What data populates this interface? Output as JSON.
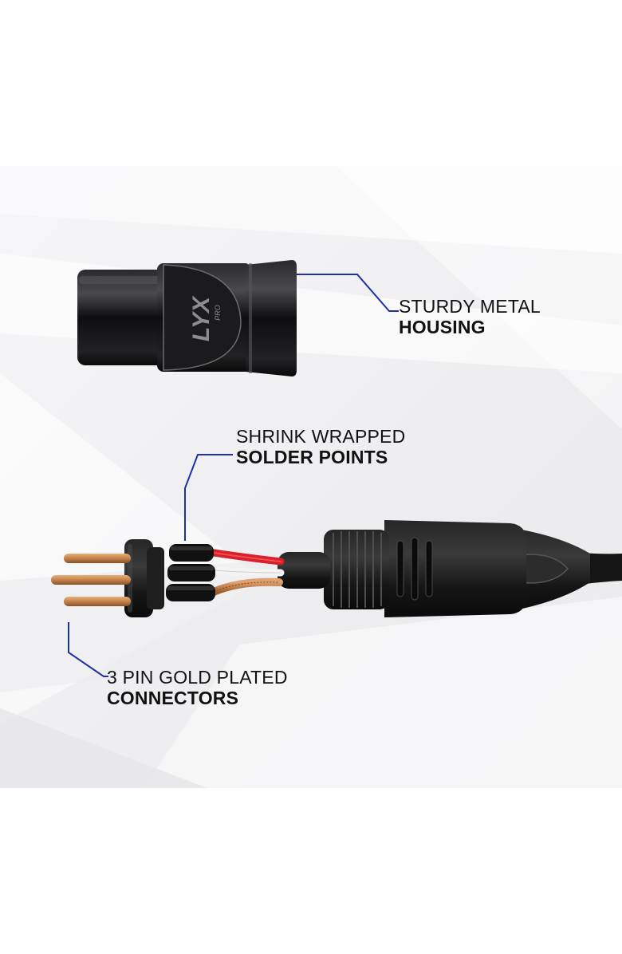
{
  "brand": {
    "logo_text": "LYX",
    "logo_sub": "PRO"
  },
  "callouts": {
    "housing": {
      "line1": "STURDY METAL",
      "line2": "HOUSING"
    },
    "solder": {
      "line1": "SHRINK WRAPPED",
      "line2": "SOLDER POINTS"
    },
    "pins": {
      "line1": "3 PIN GOLD PLATED",
      "line2": "CONNECTORS"
    }
  },
  "colors": {
    "callout_line": "#1f2fa8",
    "background": "#f1f1f3",
    "pin_gold": "#c8874f",
    "connector_black": "#161616",
    "wire_red": "#d8202a",
    "wire_white": "#f4f4f4",
    "wire_copper": "#c47a45"
  }
}
